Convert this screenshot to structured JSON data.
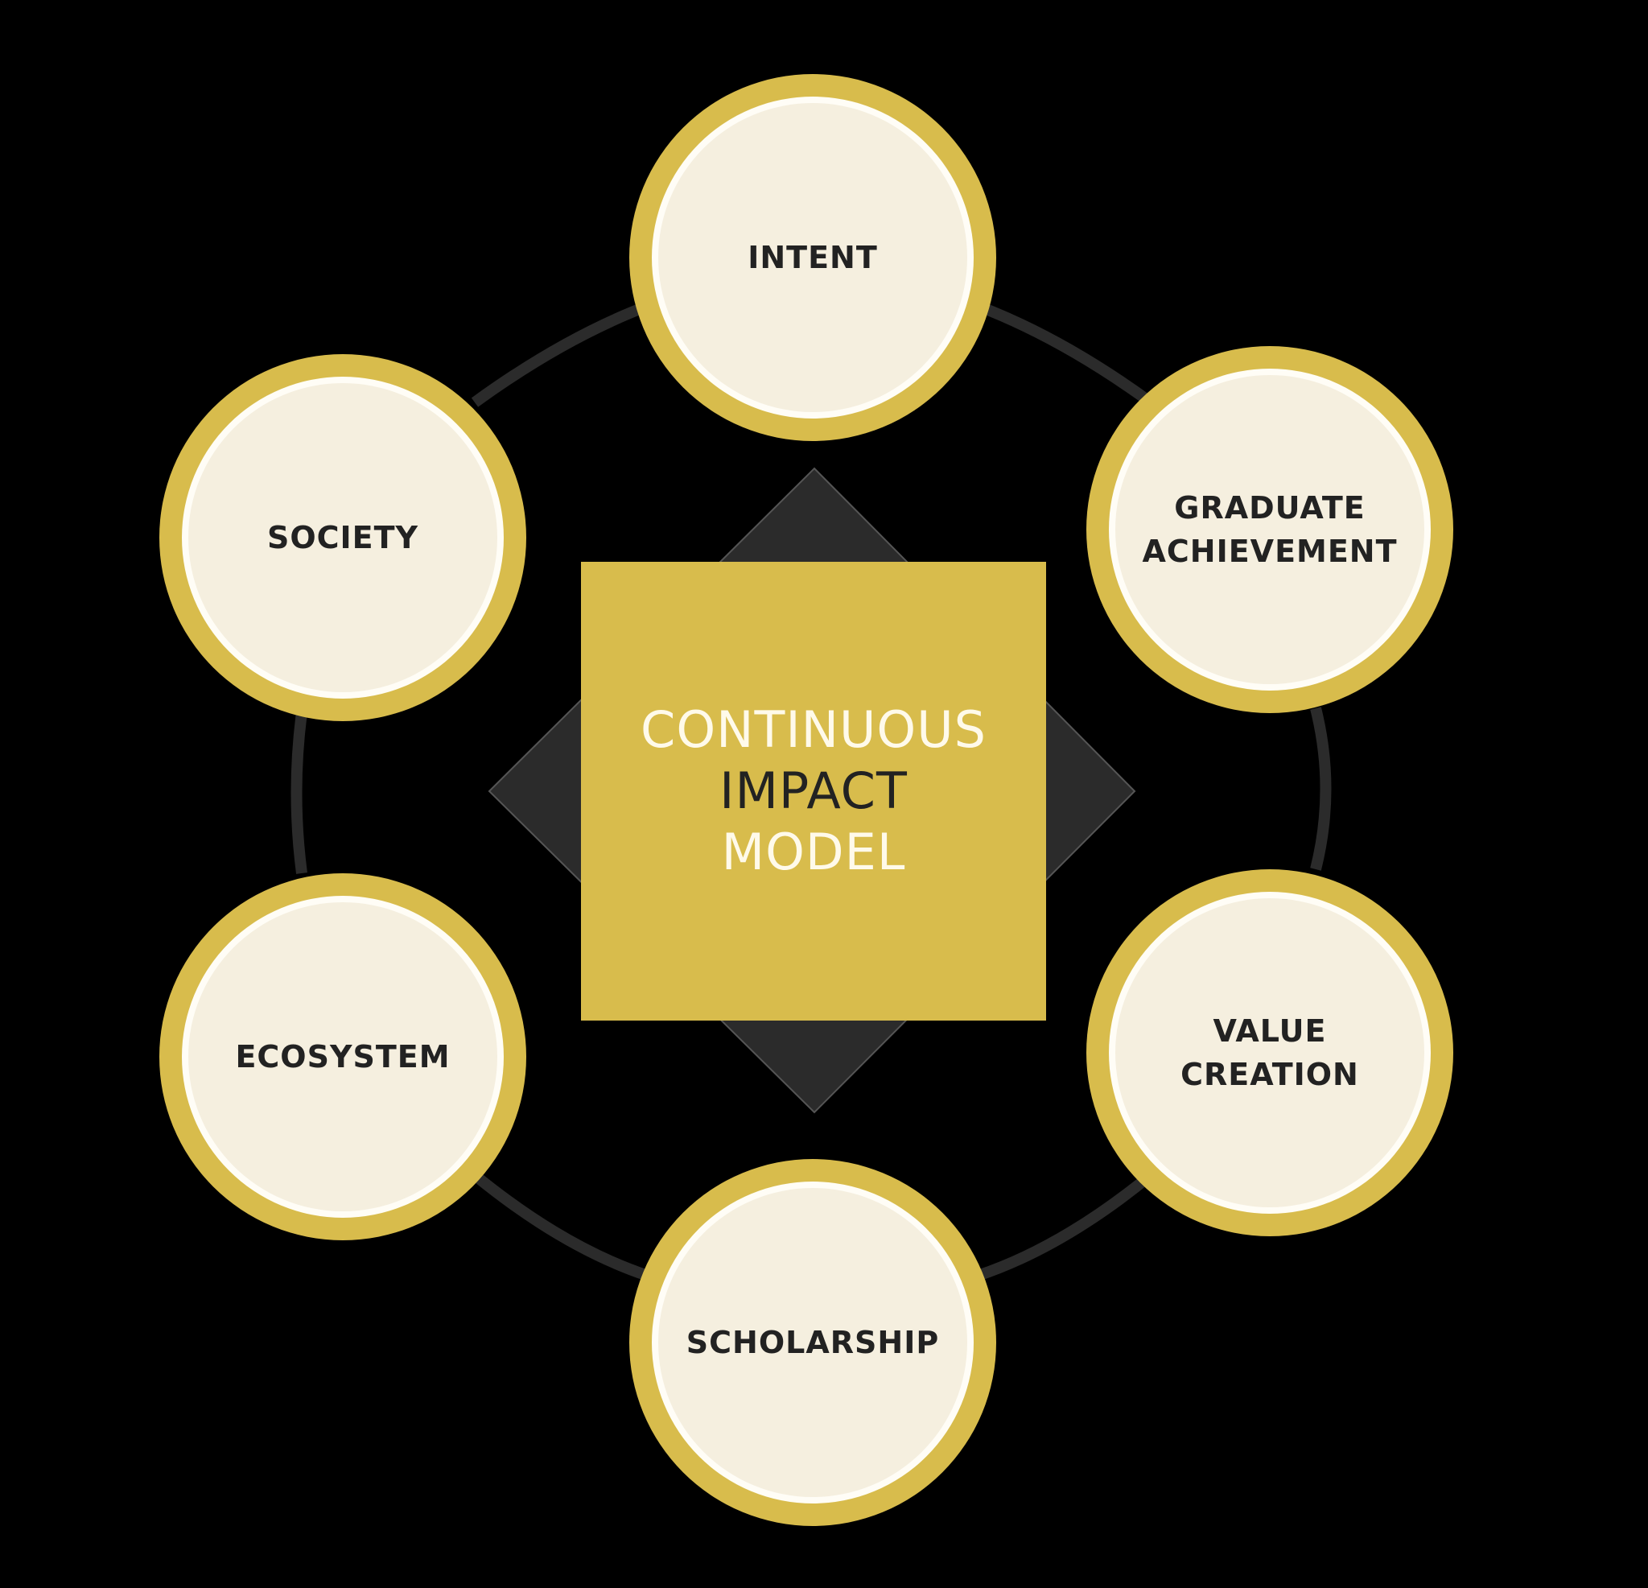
{
  "diagram": {
    "title_lines": [
      "CONTINUOUS",
      "IMPACT",
      "MODEL"
    ],
    "nodes": [
      {
        "id": "intent",
        "label": "INTENT"
      },
      {
        "id": "graduate-achievement",
        "label": "GRADUATE\nACHIEVEMENT"
      },
      {
        "id": "value-creation",
        "label": "VALUE\nCREATION"
      },
      {
        "id": "scholarship",
        "label": "SCHOLARSHIP"
      },
      {
        "id": "ecosystem",
        "label": "ECOSYSTEM"
      },
      {
        "id": "society",
        "label": "SOCIETY"
      }
    ],
    "colors": {
      "background": "#000000",
      "gold": "#d8bc4c",
      "cream": "#f5efdf",
      "dark": "#2b2b2b",
      "title_light": "#fffaea",
      "text": "#222222"
    }
  }
}
